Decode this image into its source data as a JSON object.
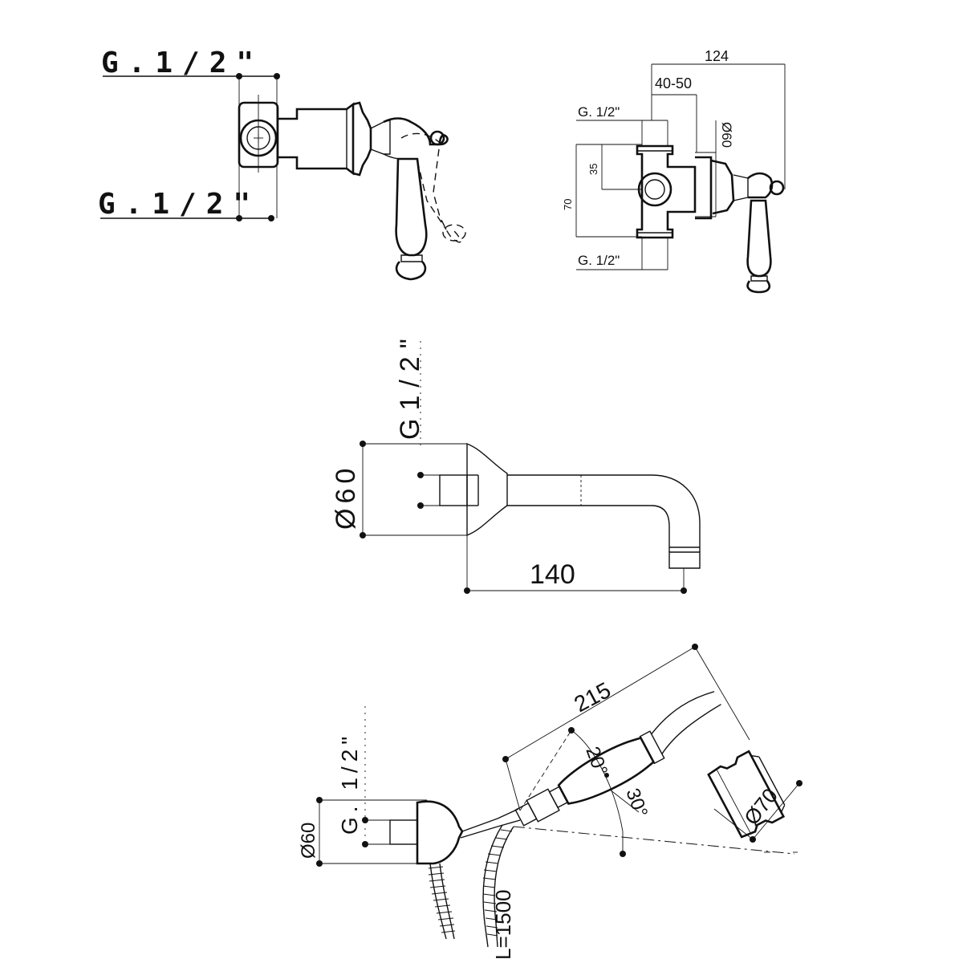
{
  "views": {
    "top_left": {
      "label_thread_top": "G.1/2\"",
      "label_thread_bottom": "G.1/2\""
    },
    "top_right": {
      "dim_overall": "124",
      "dim_range": "40-50",
      "label_thread_top": "G. 1/2\"",
      "dim_diameter": "Ø60",
      "dim_half_height": "35",
      "dim_height": "70",
      "label_thread_bottom": "G. 1/2\""
    },
    "spout": {
      "label_thread": "G1/2\"",
      "dim_diameter": "Ø60",
      "dim_length": "140"
    },
    "hand_shower": {
      "label_thread": "G. 1/2\"",
      "dim_diameter_base": "Ø60",
      "dim_length": "215",
      "angle_upper": "20°",
      "angle_lower": "30°",
      "dim_diameter_head": "Ø70",
      "hose_length": "L=1500"
    }
  }
}
